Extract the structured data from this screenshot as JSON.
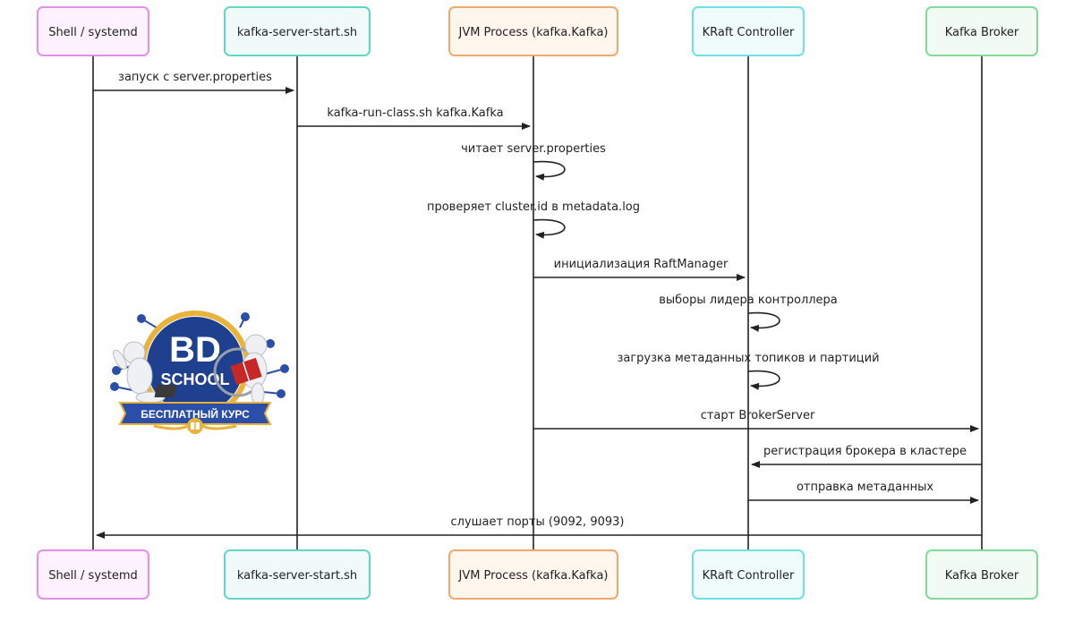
{
  "actors": [
    {
      "id": "shell",
      "label": "Shell / systemd",
      "border": "#e58ee8",
      "fill": "#fdf2fd"
    },
    {
      "id": "script",
      "label": "kafka-server-start.sh",
      "border": "#5fd6c8",
      "fill": "#f0fbf9"
    },
    {
      "id": "jvm",
      "label": "JVM Process (kafka.Kafka)",
      "border": "#f2a86b",
      "fill": "#fff6ee"
    },
    {
      "id": "kraft",
      "label": "KRaft Controller",
      "border": "#6fe0e6",
      "fill": "#f0fcfc"
    },
    {
      "id": "broker",
      "label": "Kafka Broker",
      "border": "#82d99a",
      "fill": "#f1fbf3"
    }
  ],
  "messages": [
    {
      "from": "shell",
      "to": "script",
      "label": "запуск с server.properties"
    },
    {
      "from": "script",
      "to": "jvm",
      "label": "kafka-run-class.sh kafka.Kafka"
    },
    {
      "from": "jvm",
      "to": "jvm",
      "label": "читает server.properties"
    },
    {
      "from": "jvm",
      "to": "jvm",
      "label": "проверяет cluster.id в metadata.log"
    },
    {
      "from": "jvm",
      "to": "kraft",
      "label": "инициализация RaftManager"
    },
    {
      "from": "kraft",
      "to": "kraft",
      "label": "выборы лидера контроллера"
    },
    {
      "from": "kraft",
      "to": "kraft",
      "label": "загрузка метаданных топиков и партиций"
    },
    {
      "from": "jvm",
      "to": "broker",
      "label": "старт BrokerServer"
    },
    {
      "from": "broker",
      "to": "kraft",
      "label": "регистрация брокера в кластере"
    },
    {
      "from": "kraft",
      "to": "broker",
      "label": "отправка метаданных"
    },
    {
      "from": "broker",
      "to": "shell",
      "label": "слушает порты (9092, 9093)"
    }
  ],
  "logo": {
    "line1": "BD",
    "line2": "SCHOOL",
    "banner": "БЕСПЛАТНЫЙ КУРС",
    "colors": {
      "navy": "#1f3f8f",
      "gold": "#e9b23a",
      "ribbon": "#2b4fa8"
    }
  }
}
